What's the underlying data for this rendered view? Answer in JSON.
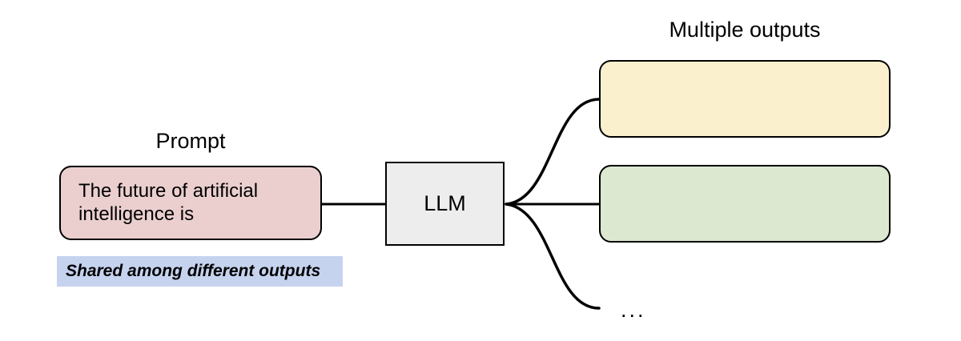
{
  "diagram": {
    "title_prompt": "Prompt",
    "title_outputs": "Multiple outputs",
    "prompt_box": {
      "text": "The future of artificial\nintelligence is",
      "fill": "#EBCFCF"
    },
    "shared_note": {
      "text": "Shared among different outputs",
      "fill": "#C6D3EF"
    },
    "model_node": {
      "label": "LLM",
      "fill": "#EDEDED"
    },
    "outputs": [
      {
        "label": "",
        "fill": "#FAF0CD"
      },
      {
        "label": "",
        "fill": "#DDE8D1"
      }
    ],
    "ellipsis": "...",
    "stroke_color": "#000000",
    "background": "#FFFFFF"
  }
}
